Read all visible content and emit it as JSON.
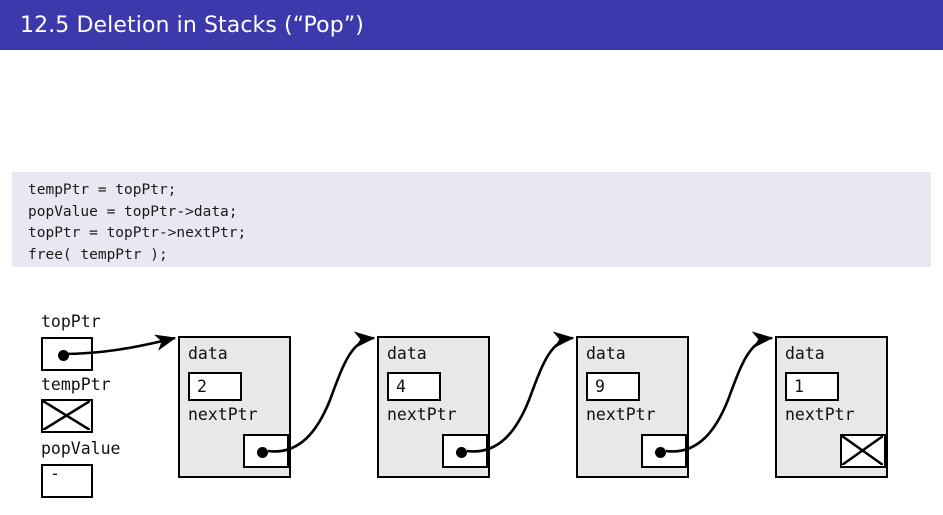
{
  "slide": {
    "title": "12.5 Deletion in Stacks (“Pop”)",
    "title_bar_color": "#3b39ab",
    "title_text_color": "#ffffff",
    "background_color": "#ffffff"
  },
  "code": {
    "background_color": "#e8e8f2",
    "lines": [
      "tempPtr = topPtr;",
      "popValue = topPtr->data;",
      "topPtr = topPtr->nextPtr;",
      "free( tempPtr );"
    ]
  },
  "diagram": {
    "node_fill_color": "#e8e8e8",
    "stroke_color": "#000000",
    "variables": [
      {
        "name": "topPtr",
        "label": "topPtr",
        "value_kind": "pointer",
        "value": ""
      },
      {
        "name": "tempPtr",
        "label": "tempPtr",
        "value_kind": "null",
        "value": ""
      },
      {
        "name": "popValue",
        "label": "popValue",
        "value_kind": "text",
        "value": "-"
      }
    ],
    "node_field_labels": {
      "data": "data",
      "next": "nextPtr"
    },
    "nodes": [
      {
        "data": "2",
        "next_kind": "pointer"
      },
      {
        "data": "4",
        "next_kind": "pointer"
      },
      {
        "data": "9",
        "next_kind": "pointer"
      },
      {
        "data": "1",
        "next_kind": "null"
      }
    ]
  }
}
